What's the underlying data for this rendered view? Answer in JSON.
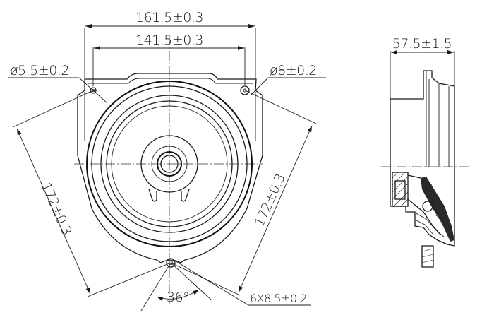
{
  "dimensions": {
    "outer_width": "161.5±0.3",
    "inner_width": "141.5±0.3",
    "hole_small": "ø5.5±0.2",
    "hole_large": "ø8±0.2",
    "diag_left": "172±0.3",
    "diag_right": "172±0.3",
    "angle": "36°",
    "slots": "6X8.5±0.2",
    "depth": "57.5±1.5"
  }
}
